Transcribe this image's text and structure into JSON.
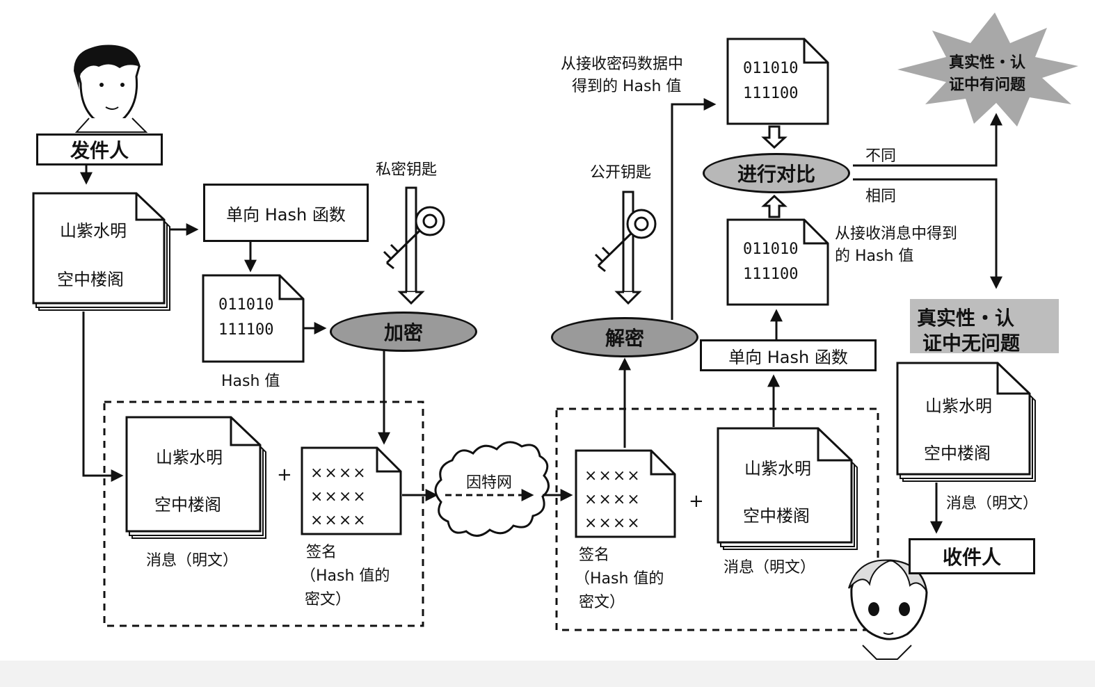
{
  "sender": {
    "label": "发件人"
  },
  "receiver": {
    "label": "收件人"
  },
  "message": {
    "line1": "山紫水明",
    "line2": "空中楼阁",
    "caption": "消息（明文）"
  },
  "hash_function": {
    "label": "单向 Hash 函数"
  },
  "hash_value": {
    "line1": "011010",
    "line2": "111100",
    "caption": "Hash 值"
  },
  "private_key": {
    "label": "私密钥匙"
  },
  "public_key": {
    "label": "公开钥匙"
  },
  "encrypt": {
    "label": "加密"
  },
  "decrypt": {
    "label": "解密"
  },
  "compare": {
    "label": "进行对比"
  },
  "signature": {
    "marks": "××××",
    "caption_line1": "签名",
    "caption_line2": "（Hash 值的",
    "caption_line3": "密文）"
  },
  "plus": "+",
  "internet": {
    "label": "因特网"
  },
  "from_cipher": {
    "line1": "从接收密码数据中",
    "line2": "得到的 Hash 值"
  },
  "from_message": {
    "line1": "从接收消息中得到",
    "line2": "的 Hash 值"
  },
  "different": {
    "label": "不同"
  },
  "same": {
    "label": "相同"
  },
  "problem": {
    "line1": "真实性・认",
    "line2": "证中有问题"
  },
  "ok": {
    "line1": "真实性・认",
    "line2": "证中无问题"
  }
}
